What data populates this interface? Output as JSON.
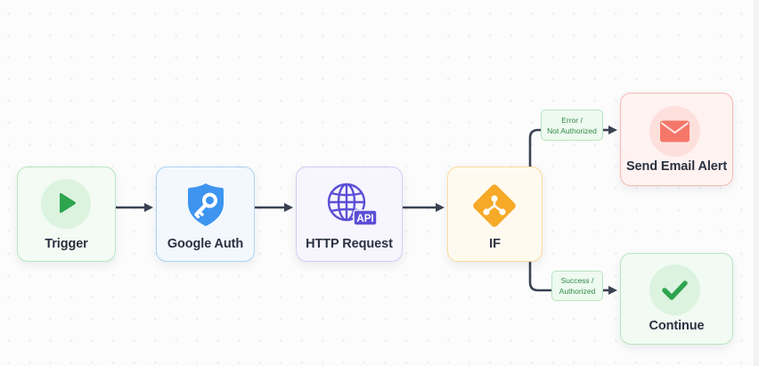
{
  "diagram": {
    "type": "workflow",
    "nodes": [
      {
        "id": "trigger",
        "label": "Trigger",
        "icon": "play-icon",
        "color": "#2ea44f"
      },
      {
        "id": "google_auth",
        "label": "Google Auth",
        "icon": "shield-key-icon",
        "color": "#3d95f0"
      },
      {
        "id": "http_request",
        "label": "HTTP Request",
        "icon": "globe-api-icon",
        "badge": "API",
        "color": "#5b4fd6"
      },
      {
        "id": "if",
        "label": "IF",
        "icon": "branch-diamond-icon",
        "color": "#f7a928"
      },
      {
        "id": "send_email_alert",
        "label": "Send Email Alert",
        "icon": "envelope-icon",
        "color": "#f5776a"
      },
      {
        "id": "continue",
        "label": "Continue",
        "icon": "checkmark-icon",
        "color": "#2ea44f"
      }
    ],
    "edges": [
      {
        "from": "trigger",
        "to": "google_auth"
      },
      {
        "from": "google_auth",
        "to": "http_request"
      },
      {
        "from": "http_request",
        "to": "if"
      },
      {
        "from": "if",
        "to": "send_email_alert",
        "label_line1": "Error /",
        "label_line2": "Not Authorized"
      },
      {
        "from": "if",
        "to": "continue",
        "label_line1": "Success /",
        "label_line2": "Authorized"
      }
    ]
  }
}
